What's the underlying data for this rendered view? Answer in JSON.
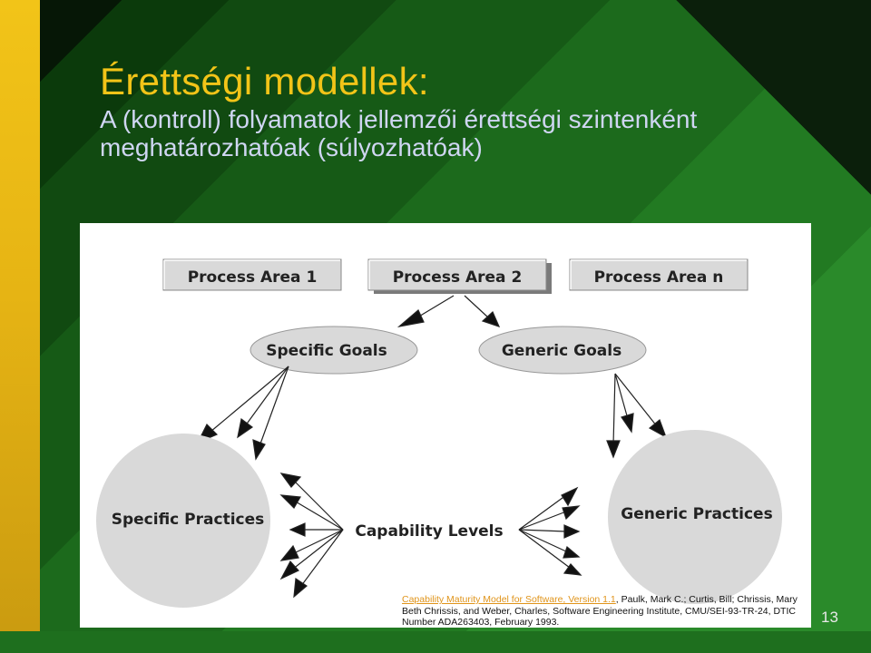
{
  "slide": {
    "title": "Érettségi modellek:",
    "subtitle": "A (kontroll) folyamatok jellemzői érettségi szintenként meghatározhatóak (súlyozhatóak)",
    "page_number": "13"
  },
  "diagram": {
    "process_areas": [
      "Process Area 1",
      "Process Area 2",
      "Process Area n"
    ],
    "goals": [
      "Specific Goals",
      "Generic Goals"
    ],
    "practices": [
      "Specific Practices",
      "Generic Practices"
    ],
    "center_label": "Capability Levels"
  },
  "citation": {
    "link_text": "Capability Maturity Model for Software, Version 1.1",
    "rest_text": ", Paulk, Mark C.; Curtis, Bill; Chrissis, Mary Beth Chrissis, and Weber, Charles, Software Engineering Institute, CMU/SEI-93-TR-24, DTIC Number ADA263403, February 1993."
  },
  "colors": {
    "title": "#f2c418",
    "subtitle": "#cfd6f2",
    "shape_fill": "#d9d9d9",
    "link": "#e0941a"
  }
}
